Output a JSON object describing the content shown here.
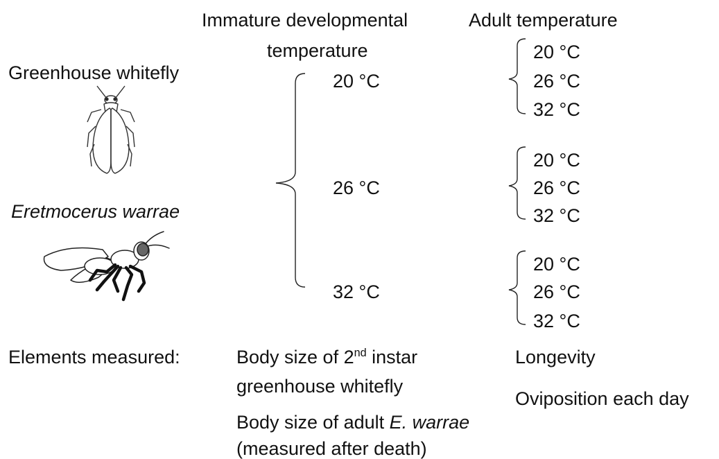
{
  "headers": {
    "immature_line1": "Immature developmental",
    "immature_line2": "temperature",
    "adult": "Adult temperature"
  },
  "organisms": {
    "whitefly": "Greenhouse whitefly",
    "wasp": "Eretmocerus warrae"
  },
  "immature_temps": [
    "20 °C",
    "26 °C",
    "32 °C"
  ],
  "adult_groups": [
    [
      "20 °C",
      "26 °C",
      "32 °C"
    ],
    [
      "20 °C",
      "26 °C",
      "32 °C"
    ],
    [
      "20 °C",
      "26 °C",
      "32 °C"
    ]
  ],
  "measured": {
    "label": "Elements measured:",
    "col2_line1_prefix": "Body size of 2",
    "col2_line1_sup": "nd",
    "col2_line1_suffix": " instar",
    "col2_line2": "greenhouse whitefly",
    "col2_line3_prefix": "Body size of adult ",
    "col2_line3_italic": "E. warrae",
    "col2_line4": "(measured after death)",
    "col3_line1": "Longevity",
    "col3_line2": "Oviposition each day"
  },
  "icons": [
    "whitefly-icon",
    "wasp-icon"
  ]
}
